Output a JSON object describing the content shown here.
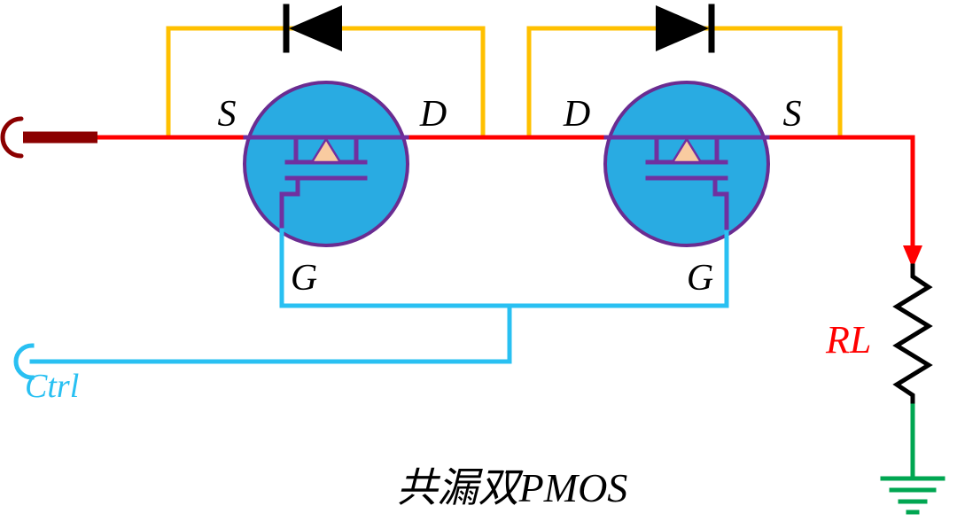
{
  "title": "共漏双PMOS",
  "labels": {
    "left_source": "S",
    "left_drain": "D",
    "right_drain": "D",
    "right_source": "S",
    "left_gate": "G",
    "right_gate": "G",
    "ctrl": "Ctrl",
    "load": "RL"
  },
  "components": {
    "left_transistor": "PMOS-left",
    "right_transistor": "PMOS-right",
    "left_body_diode": "body-diode-left",
    "right_body_diode": "body-diode-right",
    "load_resistor": "RL",
    "ground": "earth-ground",
    "input_terminal": "power-input",
    "ctrl_terminal": "gate-control-input"
  },
  "colors": {
    "wire_yellow": "#FFC000",
    "wire_red": "#FF0000",
    "wire_dark_red": "#8B0000",
    "wire_cyan": "#29C0F2",
    "wire_green": "#00A651",
    "mosfet_fill": "#29ABE2",
    "mosfet_stroke": "#6A2C91",
    "symbol_purple": "#7030A0",
    "triangle_fill": "#F9CBA0",
    "diode_black": "#000000",
    "text_black": "#000000"
  }
}
